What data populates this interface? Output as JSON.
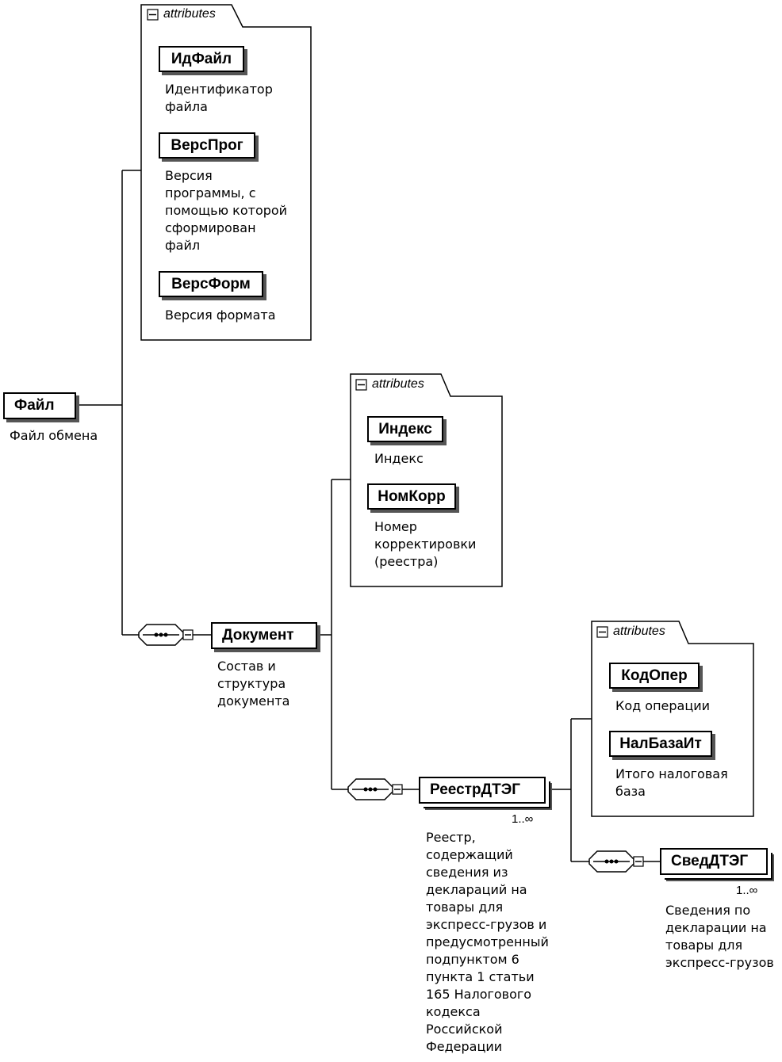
{
  "attributes_header": "attributes",
  "root": {
    "name": "Файл",
    "desc": [
      "Файл обмена"
    ]
  },
  "root_attributes": [
    {
      "name": "ИдФайл",
      "desc": [
        "Идентификатор",
        "файла"
      ]
    },
    {
      "name": "ВерсПрог",
      "desc": [
        "Версия",
        "программы, с",
        "помощью которой",
        "сформирован",
        "файл"
      ]
    },
    {
      "name": "ВерсФорм",
      "desc": [
        "Версия формата"
      ]
    }
  ],
  "document": {
    "name": "Документ",
    "desc": [
      "Состав и",
      "структура",
      "документа"
    ]
  },
  "document_attributes": [
    {
      "name": "Индекс",
      "desc": [
        "Индекс"
      ]
    },
    {
      "name": "НомКорр",
      "desc": [
        "Номер",
        "корректировки",
        "(реестра)"
      ]
    }
  ],
  "registry": {
    "name": "РеестрДТЭГ",
    "multiplicity": "1..∞",
    "desc": [
      "Реестр,",
      "содержащий",
      "сведения из",
      "деклараций на",
      "товары для",
      "экспресс-грузов и",
      "предусмотренный",
      "подпунктом 6",
      "пункта 1 статьи",
      "165 Налогового",
      "кодекса",
      "Российской",
      "Федерации"
    ]
  },
  "registry_attributes": [
    {
      "name": "КодОпер",
      "desc": [
        "Код операции"
      ]
    },
    {
      "name": "НалБазаИт",
      "desc": [
        "Итого налоговая",
        "база"
      ]
    }
  ],
  "declaration": {
    "name": "СведДТЭГ",
    "multiplicity": "1..∞",
    "desc": [
      "Сведения по",
      "декларации на",
      "товары для",
      "экспресс-грузов"
    ]
  }
}
